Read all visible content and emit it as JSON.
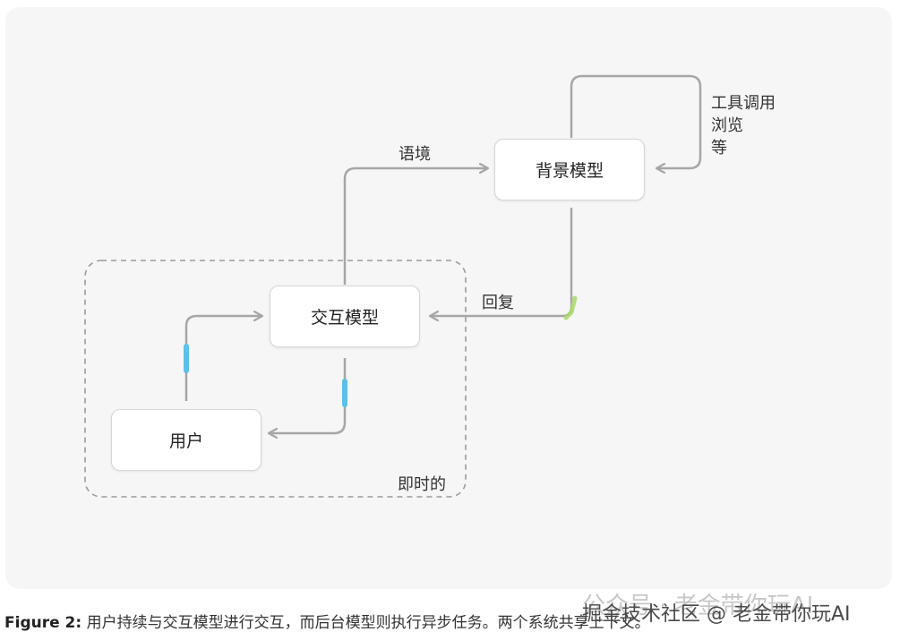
{
  "nodes": {
    "background_model": "背景模型",
    "interactive_model": "交互模型",
    "user": "用户"
  },
  "labels": {
    "context": "语境",
    "reply": "回复",
    "tool_line1": "工具调用",
    "tool_line2": "浏览",
    "tool_line3": "等",
    "immediate": "即时的"
  },
  "caption": {
    "prefix": "Figure 2:",
    "text": "用户持续与交互模型进行交互，而后台模型则执行异步任务。两个系统共享上下文。"
  },
  "watermarks": {
    "faded": "公众号 · 老金带你玩AI",
    "main": "掘金技术社区 @ 老金带你玩AI"
  },
  "colors": {
    "edge": "#a6a6a6",
    "highlight_blue": "#5bc0eb",
    "highlight_green": "#a8d86a",
    "group_border": "#9a9a9a"
  }
}
